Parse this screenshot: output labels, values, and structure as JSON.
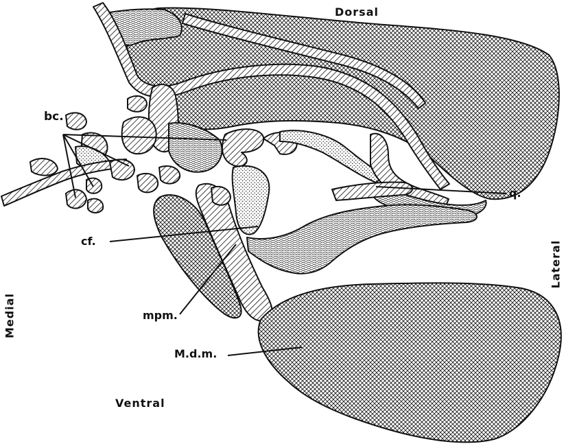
{
  "orientation": {
    "dorsal": "Dorsal",
    "ventral": "Ventral",
    "medial": "Medial",
    "lateral": "Lateral"
  },
  "labels": {
    "bc": "bc.",
    "q": "q.",
    "cf": "cf.",
    "mpm": "mpm.",
    "mdm": "M.d.m."
  },
  "colors": {
    "ink": "#111111",
    "background": "#ffffff"
  }
}
